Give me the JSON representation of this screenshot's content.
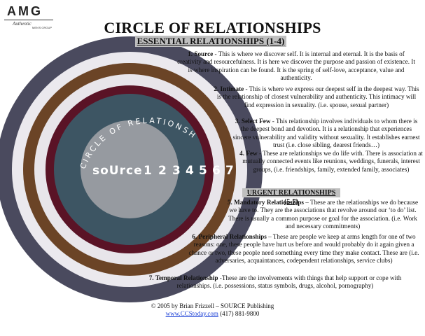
{
  "logo": {
    "brand": "AMG",
    "tagline": "Authentic",
    "small": "MEN'S GROUP"
  },
  "header": {
    "title": "CIRCLE OF RELATIONSHIPS",
    "subtitle": "ESSENTIAL RELATIONSHIPS (1-4)"
  },
  "diagram": {
    "arc_text": "CIRCLE OF RELATIONSHIPS",
    "source_label": "soUrce",
    "numbers": [
      "1",
      "2",
      "3",
      "4",
      "5",
      "6",
      "7"
    ],
    "ring_colors": [
      "#4a4a5e",
      "#ebe9ee",
      "#6b4426",
      "#e8e5ea",
      "#5a1326",
      "#3d5563",
      "#969aa0"
    ]
  },
  "items": [
    {
      "title": "1. Source",
      "text": " - This is where we discover self. It is internal and eternal.  It is the basis of creativity and resourcefulness.  It is here we discover the purpose and passion of existence. It is where inspiration can be found. It is the spring of self-love, acceptance, value and authenticity."
    },
    {
      "title": "2. Intimate",
      "text": " - This is where we express our deepest self in the deepest way. This is the relationship of closest vulnerability and authenticity. This intimacy will find expression in sexuality. (i.e. spouse, sexual partner)"
    },
    {
      "title": "3. Select Few",
      "text": " - This relationship involves individuals to whom there is the deepest bond and devotion. It is a relationship that experiences sincere vulnerability and validity without sexuality. It establishes earnest trust (i.e. close sibling, dearest friends…)"
    },
    {
      "title": "4. Few",
      "text": " - These are relationships we do life with.  There is association at mutually connected events like reunions, weddings, funerals, interest groups, (i.e. friendships, family, extended family, associates)"
    },
    {
      "title": "5. Mandatory Relationships",
      "text": " – These are the relationships we do because we have to.  They are the associations that revolve around our ‘to do’ list.  There is usually a common purpose or goal for the association. (i.e. Work and necessary commitments)"
    },
    {
      "title": "6. Peripheral Relationships",
      "text": " – These are people we keep at arms length for one of two reasons: one, these people have hurt us before and would probably do it again given a chance or two, these people need something every time they make contact. These are (i.e. adversaries, acquaintances, codependent relationships, service clubs)"
    },
    {
      "title": "7. Temporal Relationship",
      "text": " -These are the involvements with things that help support or cope with relationships. (i.e. possessions, status symbols, drugs, alcohol, pornography)"
    }
  ],
  "urgent": {
    "label": "URGENT RELATIONSHIPS (5-7)"
  },
  "footer": {
    "copyright": "© 2005 by Brian Frizzell – SOURCE Publishing",
    "link": "www.CCStoday.com",
    "phone": " (417) 881-9800"
  }
}
